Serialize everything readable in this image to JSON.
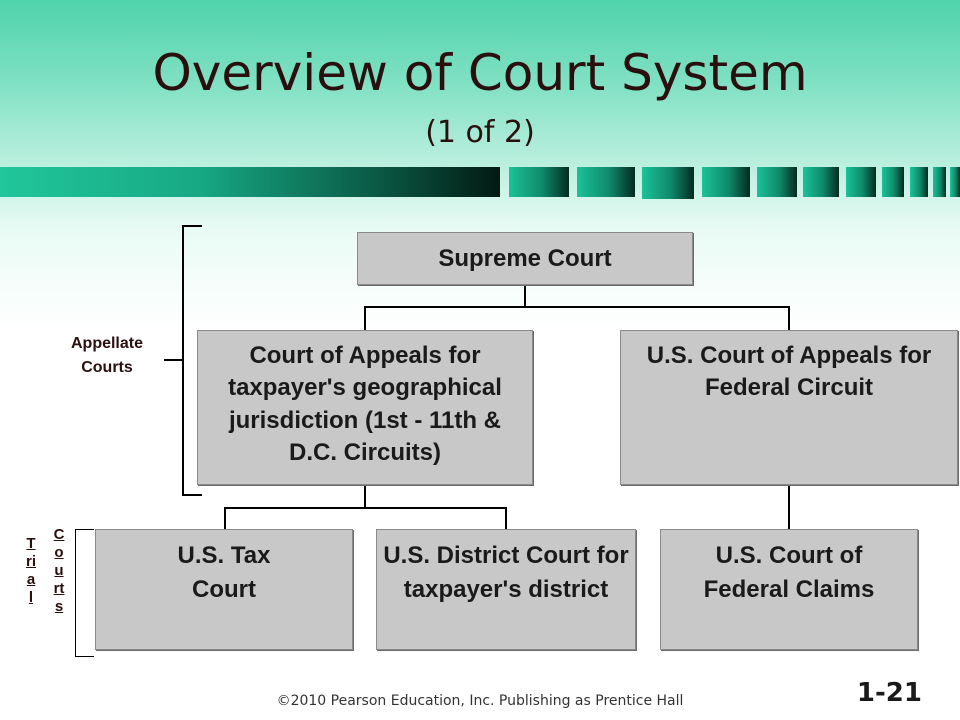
{
  "slide": {
    "title": "Overview of Court System",
    "subtitle": "(1 of 2)",
    "footer": "©2010 Pearson Education, Inc. Publishing as Prentice Hall",
    "page_number": "1-21"
  },
  "labels": {
    "appellate": "Appellate\nCourts",
    "trial": "Trial",
    "courts": "Courts"
  },
  "nodes": {
    "supreme": "Supreme Court",
    "appeals_regional": "Court of Appeals for taxpayer's geographical jurisdiction (1st - 11th & D.C. Circuits)",
    "appeals_federal": "U.S. Court of Appeals for Federal Circuit",
    "tax_court": "U.S. Tax\nCourt",
    "district_court": "U.S. District Court for taxpayer's district",
    "claims_court": "U.S. Court of\nFederal Claims"
  },
  "colors": {
    "header_teal": "#21c69b",
    "box_fill": "#c8c8c8",
    "title_text": "#2a0f0f"
  }
}
